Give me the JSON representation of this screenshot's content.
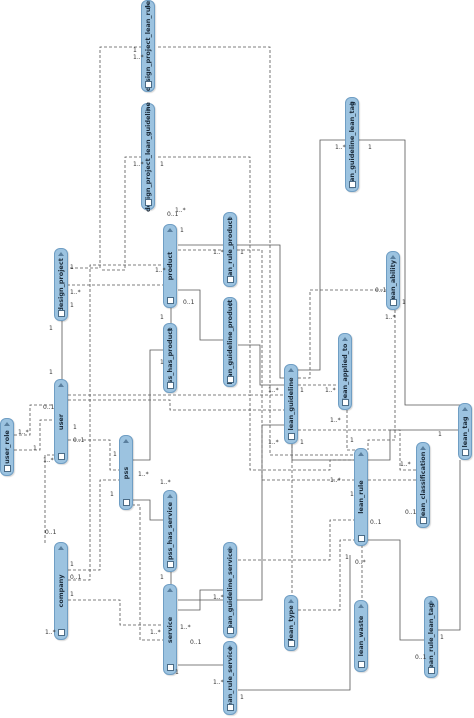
{
  "entities": [
    {
      "id": "design_project_lean_rule",
      "label": "design_project_lean_rule"
    },
    {
      "id": "design_project_lean_guideline",
      "label": "design_project_lean_guideline"
    },
    {
      "id": "lean_guideline_lean_tag",
      "label": "lean_guideline_lean_tag"
    },
    {
      "id": "product",
      "label": "product"
    },
    {
      "id": "lean_rule_product",
      "label": "lean_rule_product"
    },
    {
      "id": "design_project",
      "label": "design_project"
    },
    {
      "id": "lean_ability",
      "label": "lean_ability"
    },
    {
      "id": "pss_has_product",
      "label": "pss_has_product"
    },
    {
      "id": "lean_guideline_product",
      "label": "lean_guideline_product"
    },
    {
      "id": "lean_applied_to",
      "label": "lean_applied_to"
    },
    {
      "id": "user_role",
      "label": "user_role"
    },
    {
      "id": "user",
      "label": "user"
    },
    {
      "id": "lean_guideline",
      "label": "lean_guideline"
    },
    {
      "id": "lean_tag",
      "label": "lean_tag"
    },
    {
      "id": "pss",
      "label": "pss"
    },
    {
      "id": "lean_classification",
      "label": "lean_classification"
    },
    {
      "id": "pss_has_service",
      "label": "pss_has_service"
    },
    {
      "id": "lean_rule",
      "label": "lean_rule"
    },
    {
      "id": "company",
      "label": "company"
    },
    {
      "id": "lean_guideline_service",
      "label": "lean_guideline_service"
    },
    {
      "id": "service",
      "label": "service"
    },
    {
      "id": "lean_type",
      "label": "lean_type"
    },
    {
      "id": "lean_waste",
      "label": "lean_waste"
    },
    {
      "id": "lean_rule_lean_tag",
      "label": "lean_rule_lean_tag"
    },
    {
      "id": "lean_rule_service",
      "label": "lean_rule_service"
    }
  ],
  "multiplicities": [
    "1..*",
    "1",
    "1..*",
    "1",
    "1..*",
    "1",
    "1..*",
    "1",
    "0..1",
    "1..*",
    "1",
    "1..*",
    "1",
    "1..*",
    "1",
    "0..1",
    "1",
    "1..*",
    "0..1",
    "1",
    "1",
    "1",
    "1",
    "0..1",
    "1..*",
    "1",
    "1..*",
    "1",
    "0..1",
    "1",
    "1..*",
    "1..*",
    "1",
    "1..*",
    "1",
    "1..*",
    "1",
    "1..*",
    "1",
    "1..*",
    "1",
    "1..*",
    "1..*",
    "1",
    "0..1",
    "0..1",
    "1",
    "0..*",
    "0..1",
    "1",
    "0..1",
    "1",
    "1",
    "1..*",
    "1..*",
    "0..1",
    "1..*",
    "1..*",
    "1",
    "1",
    "1..*",
    "1",
    "0..1"
  ]
}
